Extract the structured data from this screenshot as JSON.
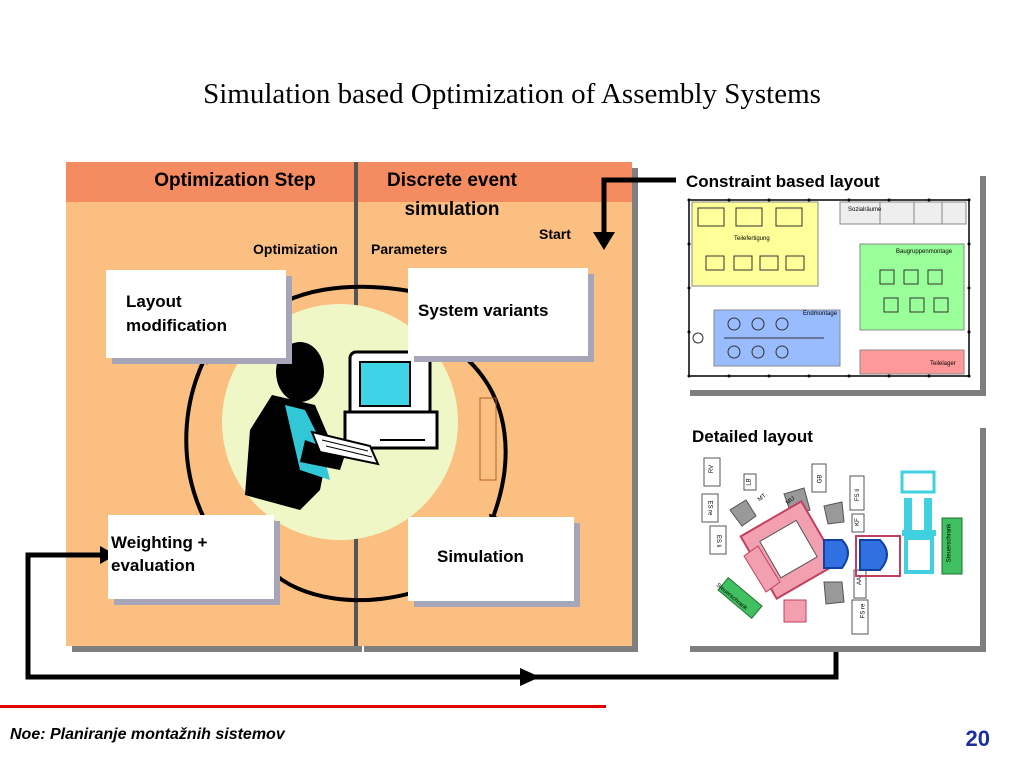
{
  "slide": {
    "title": "Simulation based Optimization of Assembly Systems",
    "footer": "Noe: Planiranje montažnih sistemov",
    "page_number": "20"
  },
  "diagram": {
    "col_left_header": "Optimization Step",
    "col_right_header_line1": "Discrete event",
    "col_right_header_line2": "simulation",
    "start_label": "Start",
    "optimization_label": "Optimization",
    "parameters_label": "Parameters",
    "box_layout_line1": "Layout",
    "box_layout_line2": "modification",
    "box_variants": "System variants",
    "box_weighting_line1": "Weighting +",
    "box_weighting_line2": "evaluation",
    "box_simulation": "Simulation"
  },
  "constraint_layout": {
    "title": "Constraint based layout",
    "zones": {
      "teilefertigung": "Teilefertigung",
      "sozialraeume": "Sozialräume",
      "baugruppenmontage": "Baugruppenmontage",
      "endmontage": "Endmontage",
      "teilelager": "Teilelager"
    }
  },
  "detailed_layout": {
    "title": "Detailed layout",
    "labels": {
      "rv": "RV",
      "lb": "LB",
      "gb": "GB",
      "mt": "MT",
      "mu": "MU",
      "es_re": "ES re",
      "es_li": "ES li",
      "fs_li": "FS li",
      "kf": "KF",
      "aa": "AA",
      "fs_re": "FS re",
      "steuerschrank_right": "Steuerschrank",
      "steuerschrank_left": "Steuerschrank"
    }
  }
}
